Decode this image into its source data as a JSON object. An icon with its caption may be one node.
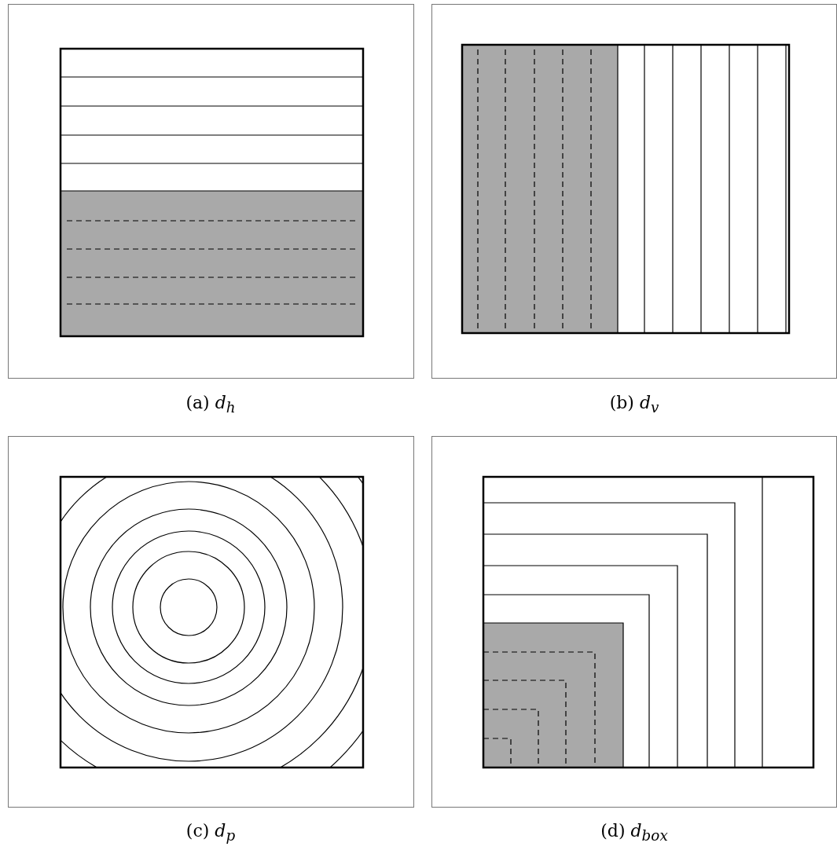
{
  "diagram": {
    "labels": [
      "(a) *d*$_{h}$",
      "(b) *d*$_{v}$",
      "(c) *d*$_{p}$",
      "(d) *d*$_{box}$"
    ]
  }
}
